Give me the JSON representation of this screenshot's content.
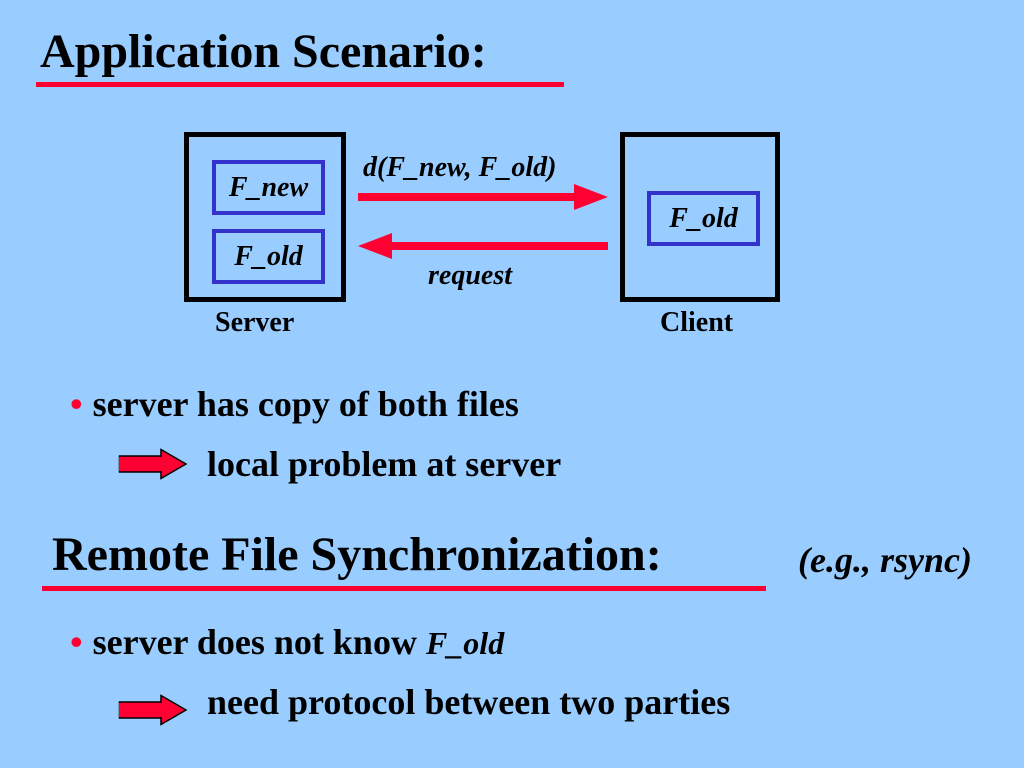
{
  "section1": {
    "heading": "Application Scenario:"
  },
  "diagram": {
    "server": {
      "label": "Server",
      "files": [
        "F_new",
        "F_old"
      ]
    },
    "client": {
      "label": "Client",
      "files": [
        "F_old"
      ]
    },
    "arrow_to_client_label": "d(F_new, F_old)",
    "arrow_to_server_label": "request"
  },
  "bullet1": {
    "bullet": "•",
    "text": "server has copy of both files",
    "implication": "local problem at server"
  },
  "section2": {
    "heading": "Remote File Synchronization:",
    "note": "(e.g., rsync)"
  },
  "bullet2": {
    "bullet": "•",
    "text": "server does not know",
    "emphasis": "F_old",
    "implication": "need protocol between two parties"
  },
  "colors": {
    "background": "#99ccff",
    "accent_red": "#ff0033",
    "file_box_border": "#3333cc",
    "text": "#000000"
  }
}
